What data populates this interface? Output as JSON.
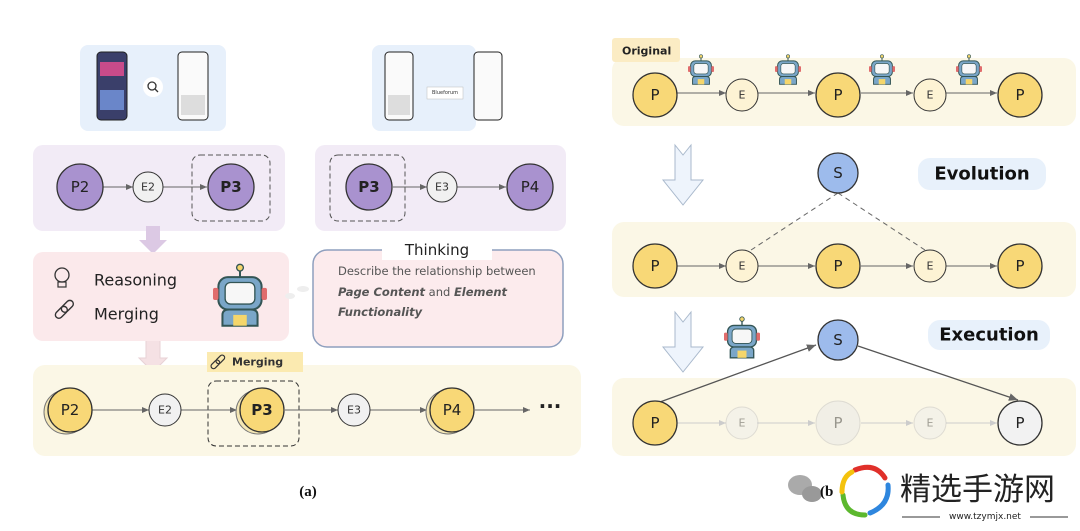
{
  "panel_a": {
    "caption": "(a)",
    "top_left": {
      "nodes": [
        "P2",
        "E2",
        "P3"
      ]
    },
    "top_right": {
      "nodes": [
        "P3",
        "E3",
        "P4"
      ],
      "screenshot_text": "Blueforum"
    },
    "actions": {
      "reasoning": "Reasoning",
      "merging": "Merging"
    },
    "thinking": {
      "title": "Thinking",
      "line1": "Describe the relationship between",
      "bold1": "Page Content",
      "and": " and ",
      "bold2": "Element",
      "bold3": "Functionality"
    },
    "merged": {
      "nodes": [
        "P2",
        "E2",
        "P3",
        "E3",
        "P4"
      ],
      "tag": "Merging",
      "ellipsis": "···"
    }
  },
  "panel_b": {
    "caption": "(b",
    "original_label": "Original",
    "evolution_label": "Evolution",
    "execution_label": "Execution",
    "page_node": "P",
    "element_node": "E",
    "shortcut_node": "S"
  },
  "watermark": {
    "title": "精选手游网",
    "url": "www.tzymjx.net"
  },
  "colors": {
    "purple_node": "#a992cf",
    "yellow_node": "#f8d877",
    "blue_node": "#9dbbec",
    "element_node": "#f1f1f1"
  }
}
